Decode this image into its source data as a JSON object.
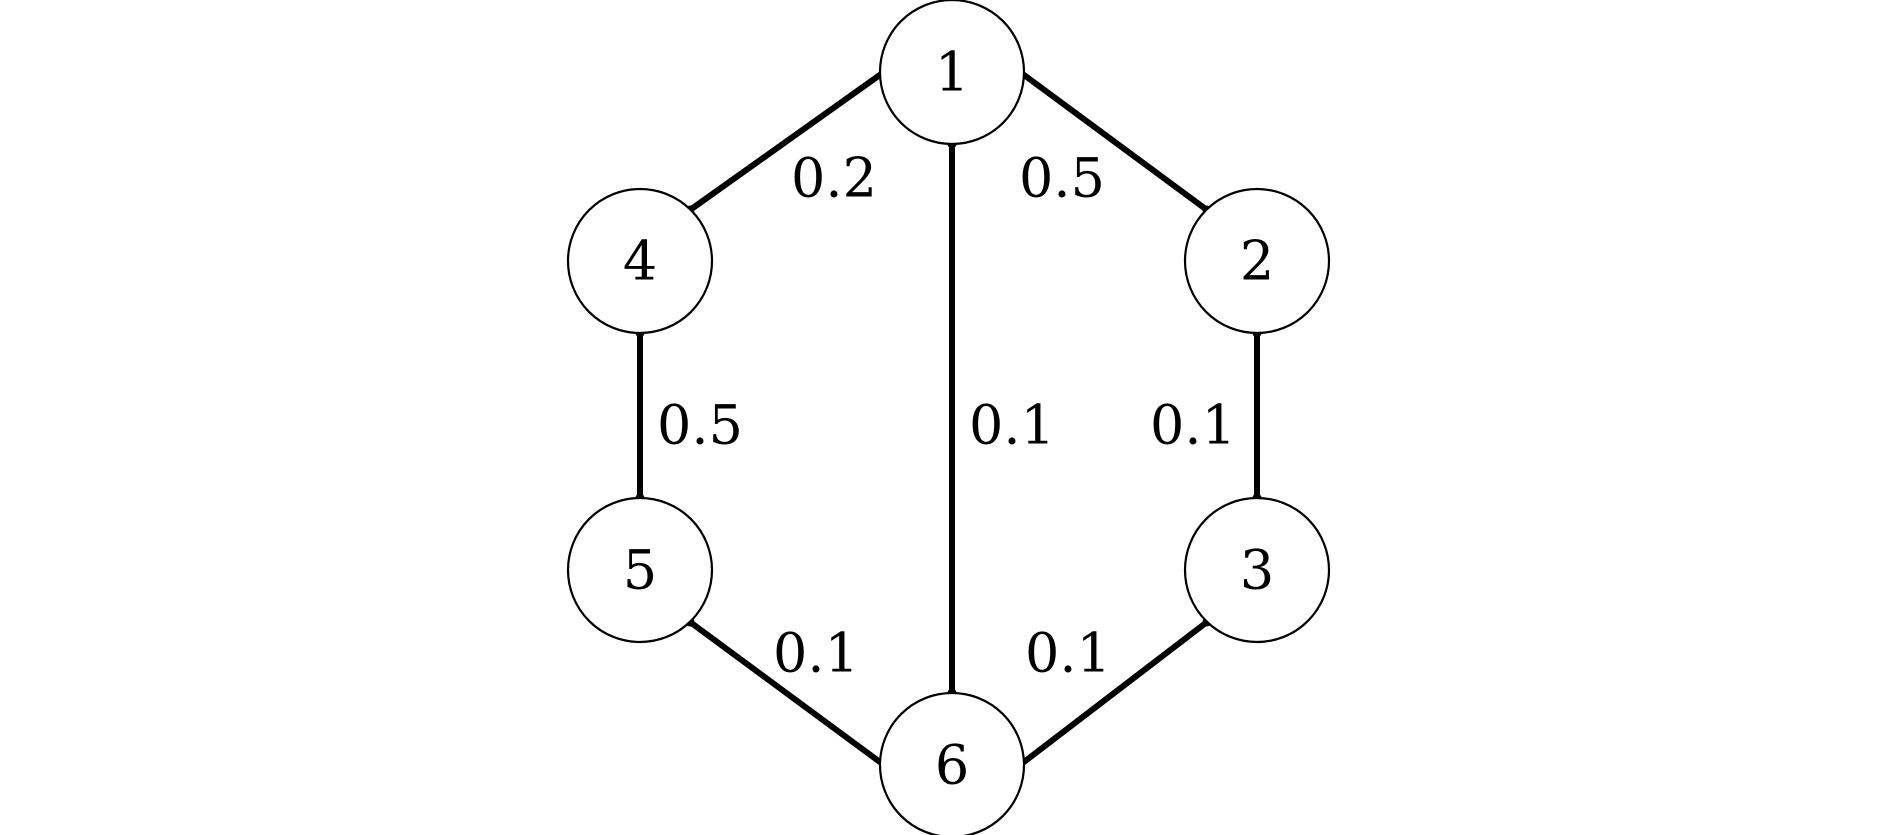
{
  "nodes": [
    {
      "id": "1",
      "label": "1"
    },
    {
      "id": "2",
      "label": "2"
    },
    {
      "id": "3",
      "label": "3"
    },
    {
      "id": "4",
      "label": "4"
    },
    {
      "id": "5",
      "label": "5"
    },
    {
      "id": "6",
      "label": "6"
    }
  ],
  "edges": [
    {
      "from": "1",
      "to": "4",
      "weight": "0.2"
    },
    {
      "from": "1",
      "to": "2",
      "weight": "0.5"
    },
    {
      "from": "1",
      "to": "6",
      "weight": "0.1"
    },
    {
      "from": "4",
      "to": "5",
      "weight": "0.5"
    },
    {
      "from": "2",
      "to": "3",
      "weight": "0.1"
    },
    {
      "from": "5",
      "to": "6",
      "weight": "0.1"
    },
    {
      "from": "3",
      "to": "6",
      "weight": "0.1"
    }
  ]
}
